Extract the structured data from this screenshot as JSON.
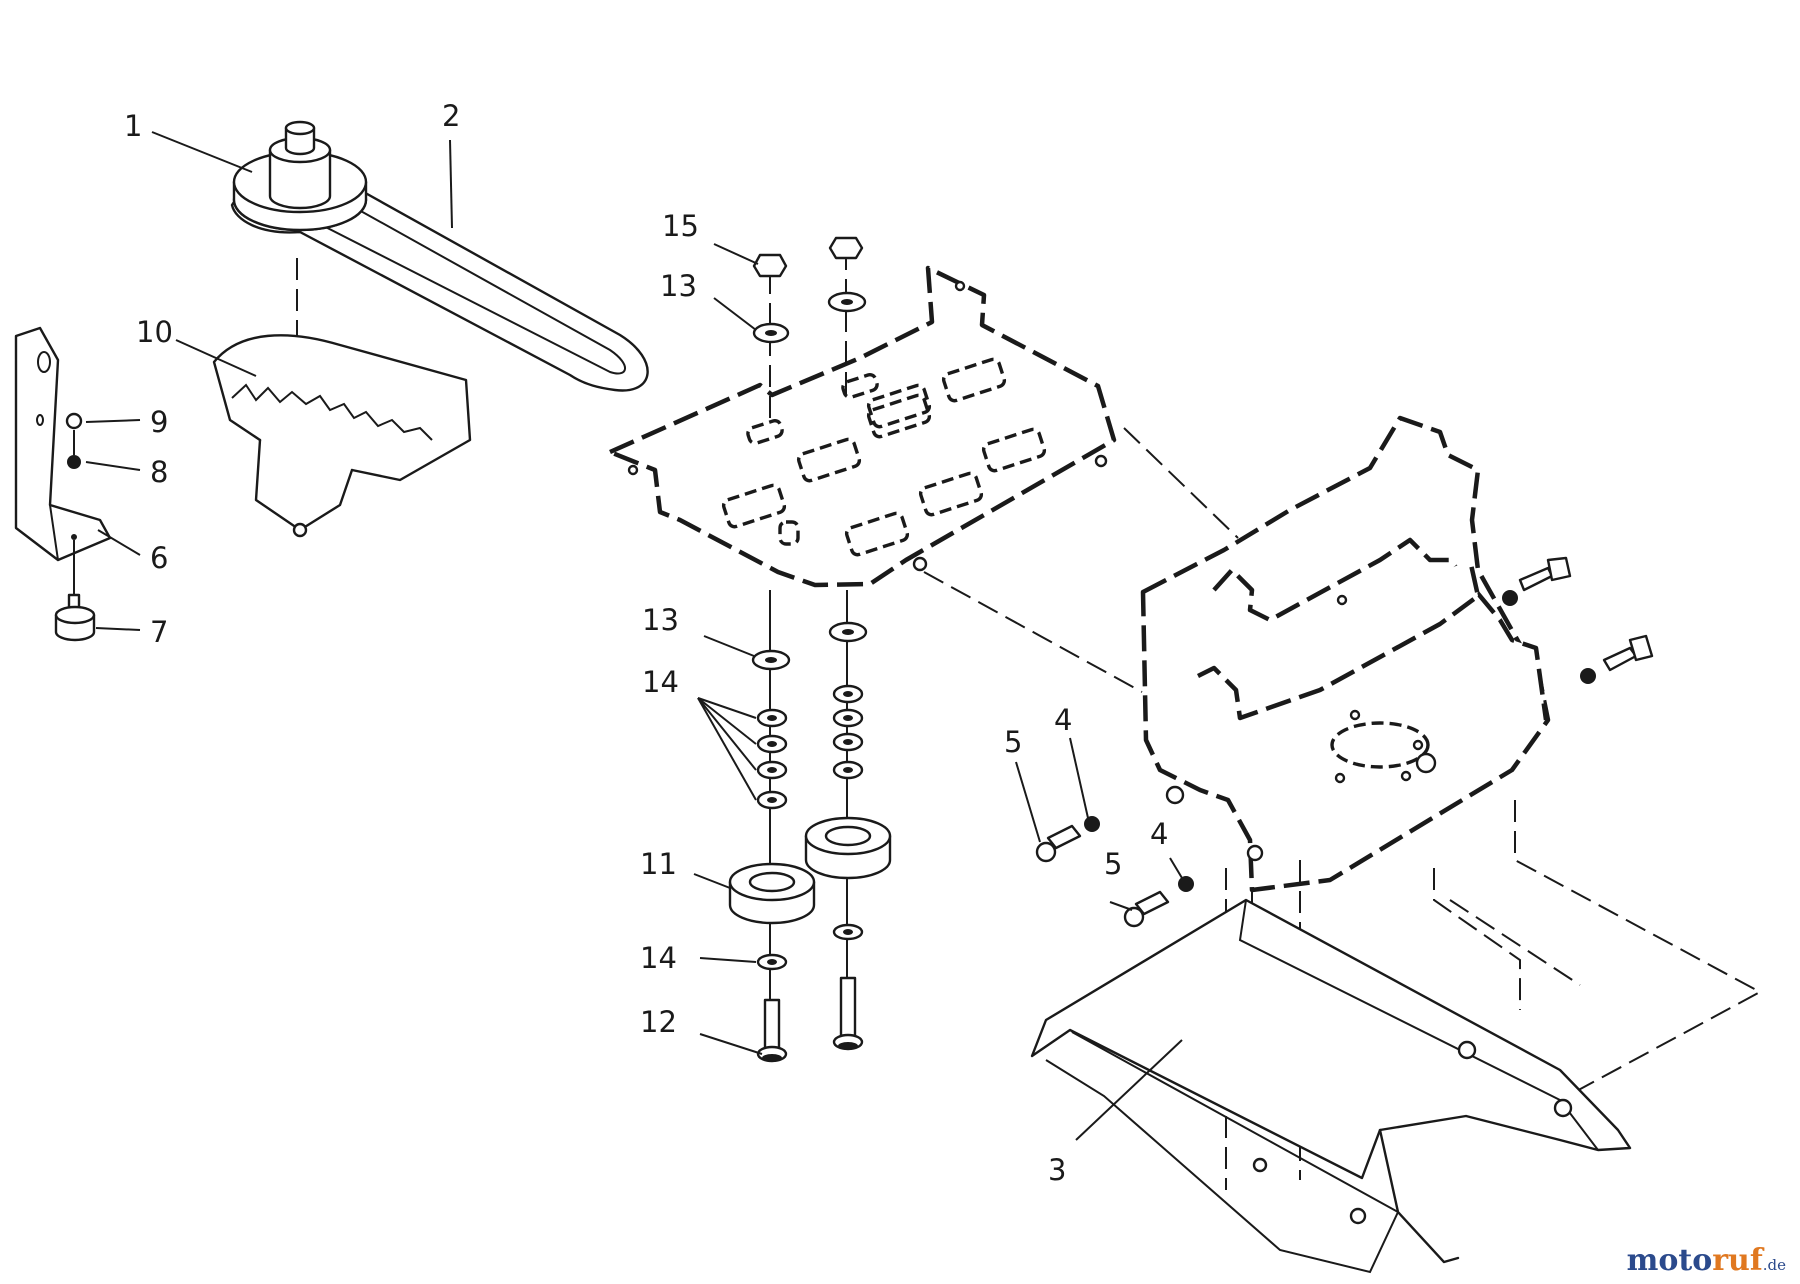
{
  "callouts": {
    "c1": "1",
    "c2": "2",
    "c3": "3",
    "c4a": "4",
    "c4b": "4",
    "c5a": "5",
    "c5b": "5",
    "c6": "6",
    "c7": "7",
    "c8": "8",
    "c9": "9",
    "c10": "10",
    "c11": "11",
    "c12": "12",
    "c13a": "13",
    "c13b": "13",
    "c14a": "14",
    "c14b": "14",
    "c15": "15"
  },
  "watermark": {
    "part1": "moto",
    "part2": "ruf",
    "part3": ".de"
  }
}
